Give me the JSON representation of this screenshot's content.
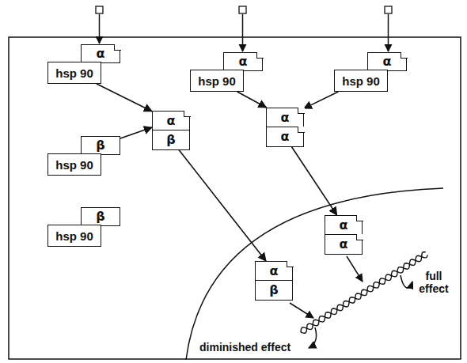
{
  "diagram": {
    "nodes": [
      {
        "text": [
          "α"
        ]
      },
      {
        "text": [
          "hsp 90"
        ]
      },
      {
        "text": [
          "α"
        ]
      },
      {
        "text": [
          "hsp 90"
        ]
      },
      {
        "text": [
          "α"
        ]
      },
      {
        "text": [
          "hsp 90"
        ]
      },
      {
        "text": [
          "β"
        ]
      },
      {
        "text": [
          "hsp 90"
        ]
      },
      {
        "text": [
          "α"
        ]
      },
      {
        "text": [
          "β"
        ]
      },
      {
        "text": [
          "α"
        ]
      },
      {
        "text": [
          "α"
        ]
      },
      {
        "text": [
          "α"
        ]
      },
      {
        "text": [
          "α"
        ]
      },
      {
        "text": [
          "β"
        ]
      },
      {
        "text": [
          "hsp 90"
        ]
      },
      {
        "text": [
          "α"
        ]
      },
      {
        "text": [
          "β"
        ]
      }
    ],
    "edges": [
      {
        "from": 1,
        "to": 8,
        "arrow": "to"
      },
      {
        "from": 6,
        "to": 8,
        "arrow": "to"
      },
      {
        "from": 3,
        "to": 10,
        "arrow": "to"
      },
      {
        "from": 5,
        "to": 10,
        "arrow": "to"
      },
      {
        "from": 9,
        "to": 16,
        "arrow": "to"
      },
      {
        "from": 11,
        "to": 12,
        "arrow": "to"
      }
    ],
    "labels": [
      "full effect",
      "diminished effect"
    ]
  }
}
